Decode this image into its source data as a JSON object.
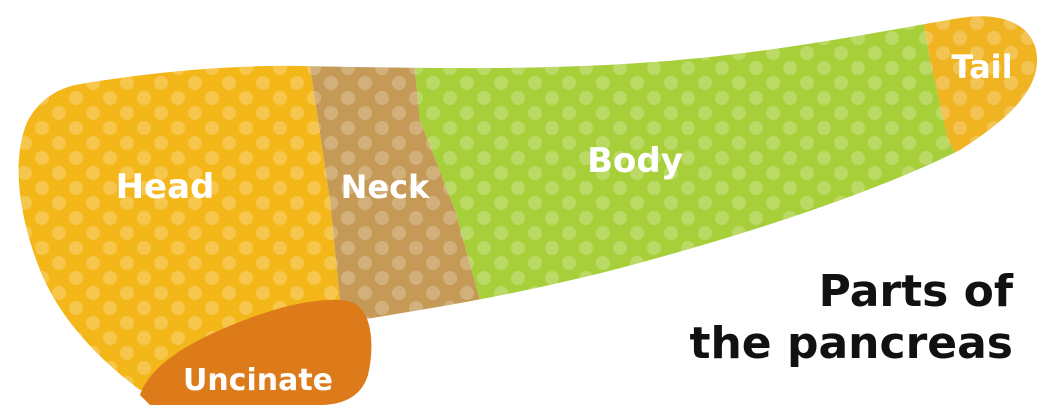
{
  "diagram": {
    "title_line1": "Parts of",
    "title_line2": "the pancreas",
    "regions": [
      {
        "id": "head",
        "label": "Head",
        "color": "#f3b71a"
      },
      {
        "id": "neck",
        "label": "Neck",
        "color": "#c59a57"
      },
      {
        "id": "body",
        "label": "Body",
        "color": "#a7cf3a"
      },
      {
        "id": "tail",
        "label": "Tail",
        "color": "#f0b422"
      },
      {
        "id": "uncinate",
        "label": "Uncinate",
        "color": "#dd7a1a"
      }
    ]
  }
}
